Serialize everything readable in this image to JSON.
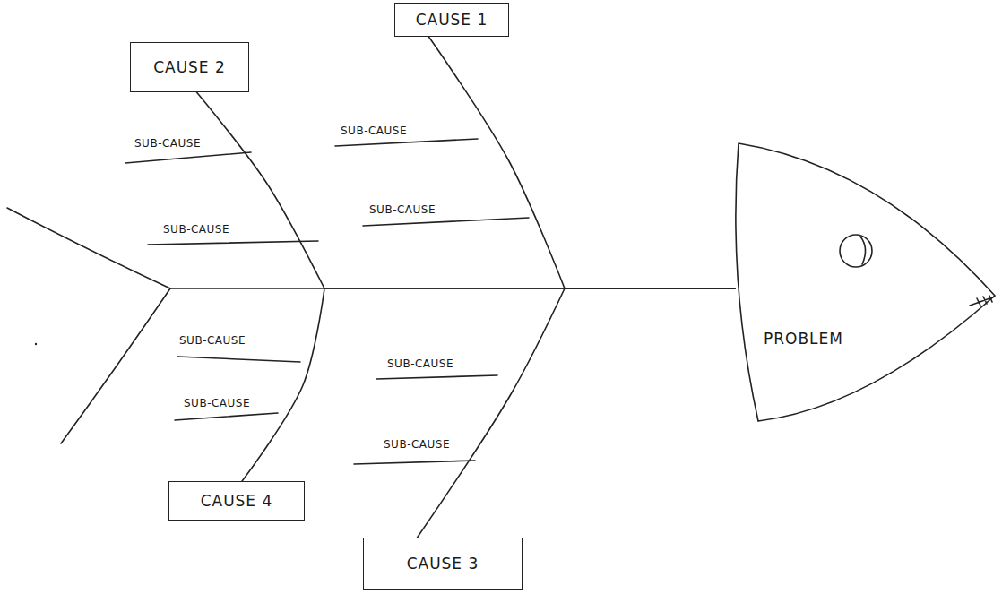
{
  "diagram": {
    "nodes": [
      {
        "text": [
          "CAUSE 2"
        ]
      },
      {
        "text": [
          "CAUSE 1"
        ]
      },
      {
        "text": [
          "PROBLEM"
        ]
      },
      {
        "text": [
          "CAUSE 4"
        ]
      },
      {
        "text": [
          "CAUSE 3"
        ]
      }
    ],
    "edges": [
      {
        "from": 1,
        "to": 2,
        "arrow": "none"
      },
      {
        "from": 0,
        "to": 2,
        "arrow": "none"
      },
      {
        "from": 4,
        "to": 2,
        "arrow": "none"
      },
      {
        "from": 3,
        "to": 2,
        "arrow": "none"
      }
    ],
    "labels": [
      "SUB-CAUSE",
      "SUB-CAUSE",
      "SUB-CAUSE",
      "SUB-CAUSE",
      "SUB-CAUSE",
      "SUB-CAUSE",
      "SUB-CAUSE",
      "SUB-CAUSE"
    ]
  }
}
